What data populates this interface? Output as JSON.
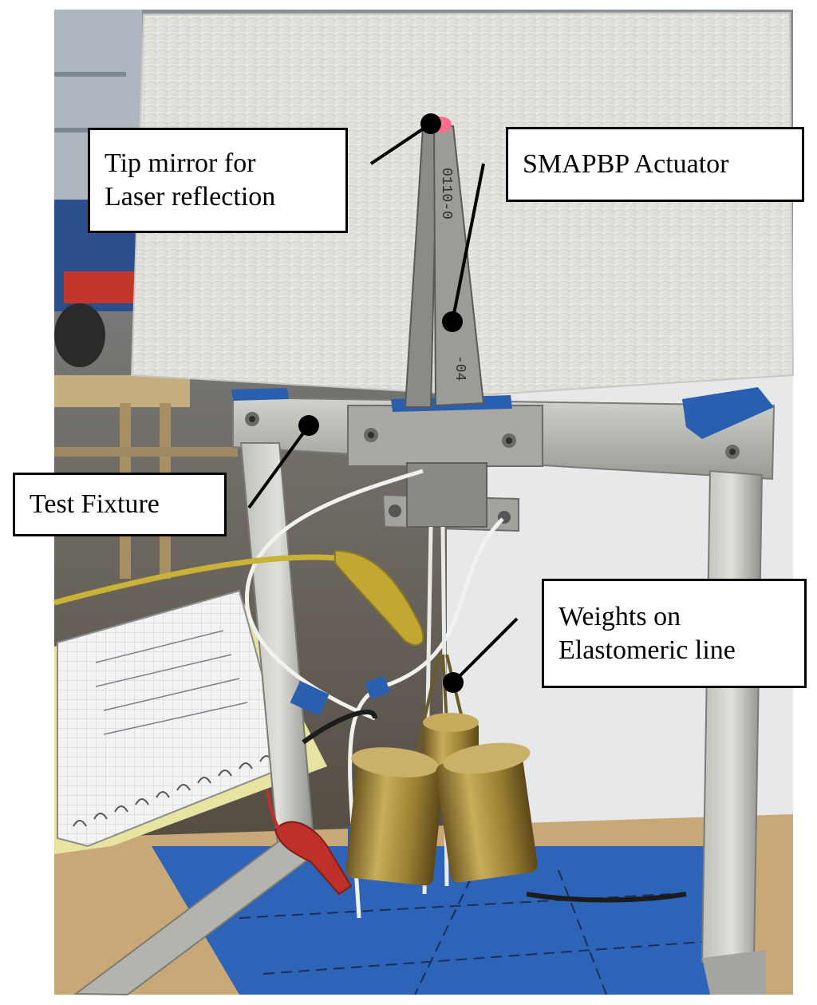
{
  "labels": {
    "tip_mirror": [
      "Tip mirror for",
      "Laser reflection"
    ],
    "actuator": "SMAPBP Actuator",
    "fixture": "Test Fixture",
    "weights": [
      "Weights on",
      "Elastomeric line"
    ]
  },
  "colors": {
    "paper_towel": "#e6e6e2",
    "aluminum": "#b9b9b4",
    "blue_tape": "#2a5fb0",
    "brass": "#a88b3a",
    "yellow_wire": "#c9b235",
    "red_clip": "#c0302a",
    "laser_dot": "#ff6f8c",
    "pointer": "#000000"
  }
}
